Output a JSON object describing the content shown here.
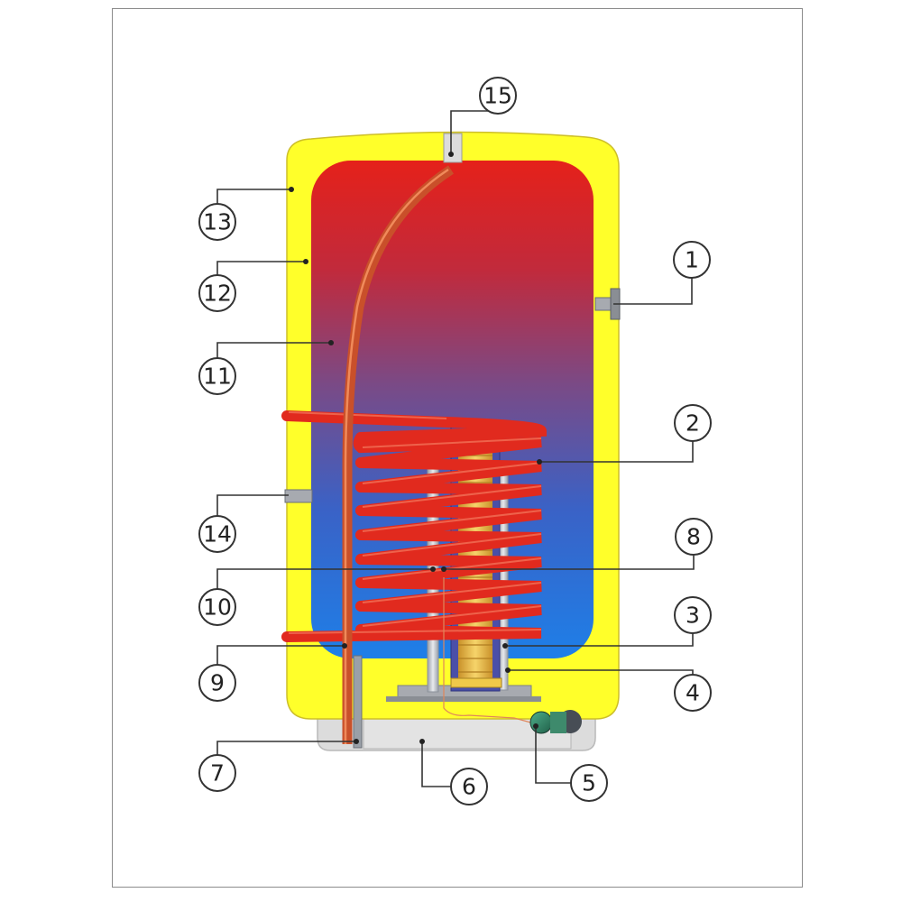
{
  "diagram": {
    "colors": {
      "insulation": "#ffff2a",
      "tank_hot": "#e5211a",
      "tank_cold": "#1e7fe8",
      "coil": "#e12a1e",
      "dip_tube": "#c9502a",
      "element": "#efc24a",
      "base": "#dcdcdc"
    },
    "callouts": [
      {
        "id": "1",
        "label": "1"
      },
      {
        "id": "2",
        "label": "2"
      },
      {
        "id": "3",
        "label": "3"
      },
      {
        "id": "4",
        "label": "4"
      },
      {
        "id": "5",
        "label": "5"
      },
      {
        "id": "6",
        "label": "6"
      },
      {
        "id": "7",
        "label": "7"
      },
      {
        "id": "8",
        "label": "8"
      },
      {
        "id": "9",
        "label": "9"
      },
      {
        "id": "10",
        "label": "10"
      },
      {
        "id": "11",
        "label": "11"
      },
      {
        "id": "12",
        "label": "12"
      },
      {
        "id": "13",
        "label": "13"
      },
      {
        "id": "14",
        "label": "14"
      },
      {
        "id": "15",
        "label": "15"
      }
    ]
  }
}
